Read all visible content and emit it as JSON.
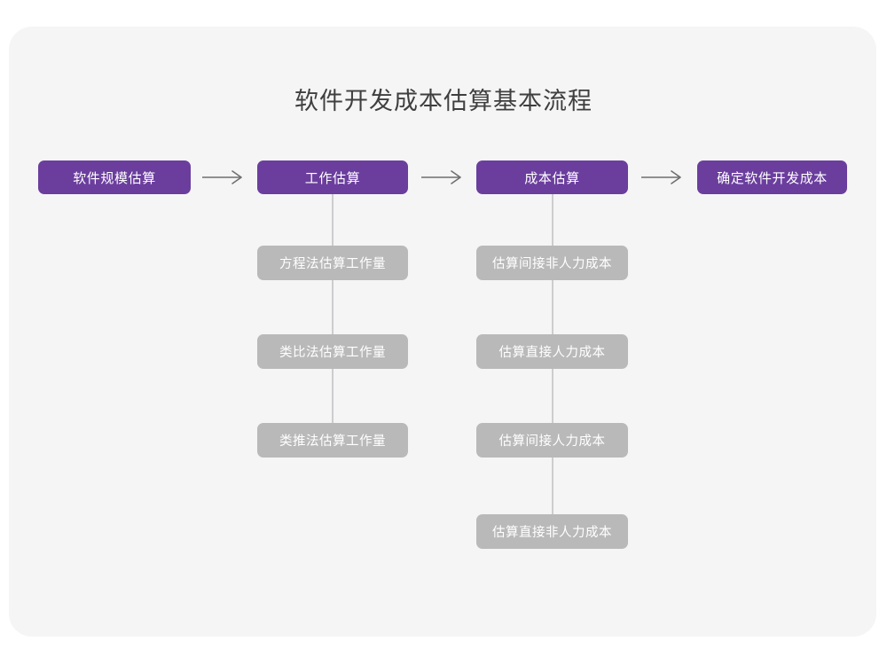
{
  "page": {
    "title": "软件开发成本估算基本流程",
    "background_color": "#ffffff",
    "card_color": "#f5f5f6",
    "primary_color": "#6b3e9e",
    "secondary_color": "#b9b9b9",
    "connector_color": "#cdcdcd",
    "arrow_color": "#6f6f6f",
    "title_color": "#3f3f3f"
  },
  "flow": {
    "main_steps": [
      {
        "label": "软件规模估算"
      },
      {
        "label": "工作估算"
      },
      {
        "label": "成本估算"
      },
      {
        "label": "确定软件开发成本"
      }
    ],
    "arrows": [
      {
        "name": "arrow-1",
        "glyph": "→"
      },
      {
        "name": "arrow-2",
        "glyph": "→"
      },
      {
        "name": "arrow-3",
        "glyph": "→"
      }
    ],
    "branches": [
      {
        "parent": "工作估算",
        "items": [
          {
            "label": "方程法估算工作量"
          },
          {
            "label": "类比法估算工作量"
          },
          {
            "label": "类推法估算工作量"
          }
        ]
      },
      {
        "parent": "成本估算",
        "items": [
          {
            "label": "估算间接非人力成本"
          },
          {
            "label": "估算直接人力成本"
          },
          {
            "label": "估算间接人力成本"
          },
          {
            "label": "估算直接非人力成本"
          }
        ]
      }
    ]
  }
}
